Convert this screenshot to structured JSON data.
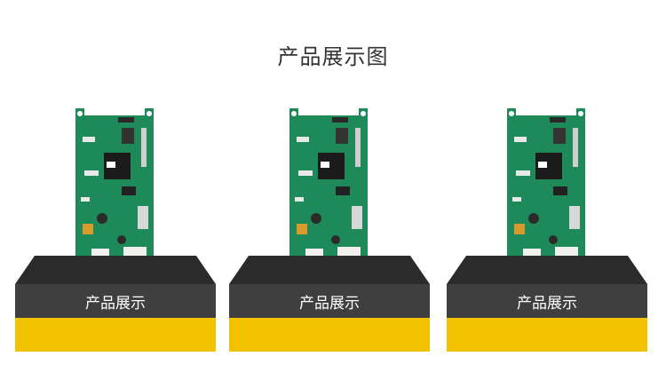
{
  "header": {
    "title": "产品展示图"
  },
  "displays": [
    {
      "label": "产品展示"
    },
    {
      "label": "产品展示"
    },
    {
      "label": "产品展示"
    }
  ],
  "colors": {
    "pcb": "#1e8a5a",
    "pedestal_dark": "#3f3f3f",
    "pedestal_top": "#2b2b2b",
    "pedestal_base": "#f2c100"
  }
}
